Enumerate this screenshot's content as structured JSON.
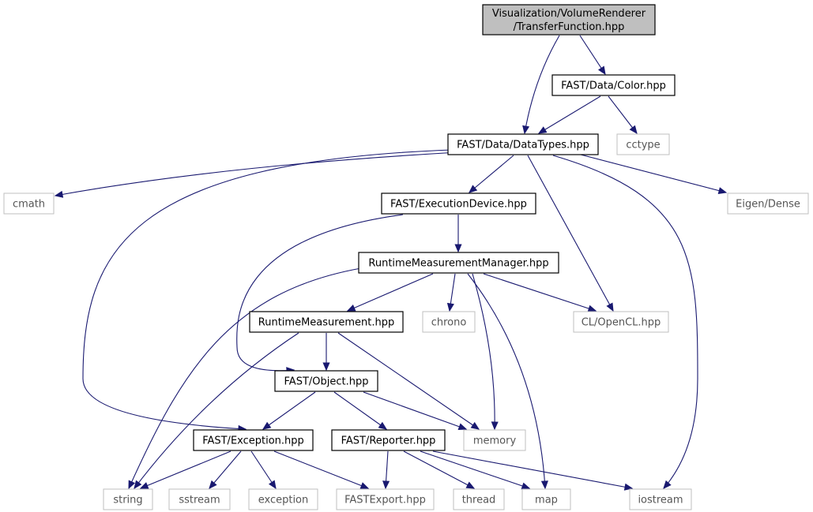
{
  "graph": {
    "nodes": {
      "root": [
        "Visualization/VolumeRenderer",
        "/TransferFunction.hpp"
      ],
      "color": [
        "FAST/Data/Color.hpp"
      ],
      "cctype": [
        "cctype"
      ],
      "datatypes": [
        "FAST/Data/DataTypes.hpp"
      ],
      "cmath": [
        "cmath"
      ],
      "eigen": [
        "Eigen/Dense"
      ],
      "execdev": [
        "FAST/ExecutionDevice.hpp"
      ],
      "rtmm": [
        "RuntimeMeasurementManager.hpp"
      ],
      "rtm": [
        "RuntimeMeasurement.hpp"
      ],
      "chrono": [
        "chrono"
      ],
      "opencl": [
        "CL/OpenCL.hpp"
      ],
      "object": [
        "FAST/Object.hpp"
      ],
      "exception": [
        "FAST/Exception.hpp"
      ],
      "reporter": [
        "FAST/Reporter.hpp"
      ],
      "memory": [
        "memory"
      ],
      "string": [
        "string"
      ],
      "sstream": [
        "sstream"
      ],
      "exceptionstd": [
        "exception"
      ],
      "fastexport": [
        "FASTExport.hpp"
      ],
      "thread": [
        "thread"
      ],
      "map": [
        "map"
      ],
      "iostream": [
        "iostream"
      ]
    },
    "edges": [
      [
        "root",
        "color"
      ],
      [
        "root",
        "datatypes"
      ],
      [
        "color",
        "datatypes"
      ],
      [
        "color",
        "cctype"
      ],
      [
        "datatypes",
        "cmath"
      ],
      [
        "datatypes",
        "eigen"
      ],
      [
        "datatypes",
        "execdev"
      ],
      [
        "datatypes",
        "opencl"
      ],
      [
        "datatypes",
        "exception"
      ],
      [
        "datatypes",
        "iostream"
      ],
      [
        "execdev",
        "rtmm"
      ],
      [
        "execdev",
        "object"
      ],
      [
        "rtmm",
        "rtm"
      ],
      [
        "rtmm",
        "chrono"
      ],
      [
        "rtmm",
        "opencl"
      ],
      [
        "rtmm",
        "memory"
      ],
      [
        "rtmm",
        "map"
      ],
      [
        "rtmm",
        "string"
      ],
      [
        "rtm",
        "object"
      ],
      [
        "rtm",
        "memory"
      ],
      [
        "rtm",
        "string"
      ],
      [
        "object",
        "exception"
      ],
      [
        "object",
        "reporter"
      ],
      [
        "object",
        "memory"
      ],
      [
        "exception",
        "string"
      ],
      [
        "exception",
        "sstream"
      ],
      [
        "exception",
        "exceptionstd"
      ],
      [
        "exception",
        "fastexport"
      ],
      [
        "reporter",
        "fastexport"
      ],
      [
        "reporter",
        "thread"
      ],
      [
        "reporter",
        "map"
      ],
      [
        "reporter",
        "iostream"
      ]
    ]
  }
}
